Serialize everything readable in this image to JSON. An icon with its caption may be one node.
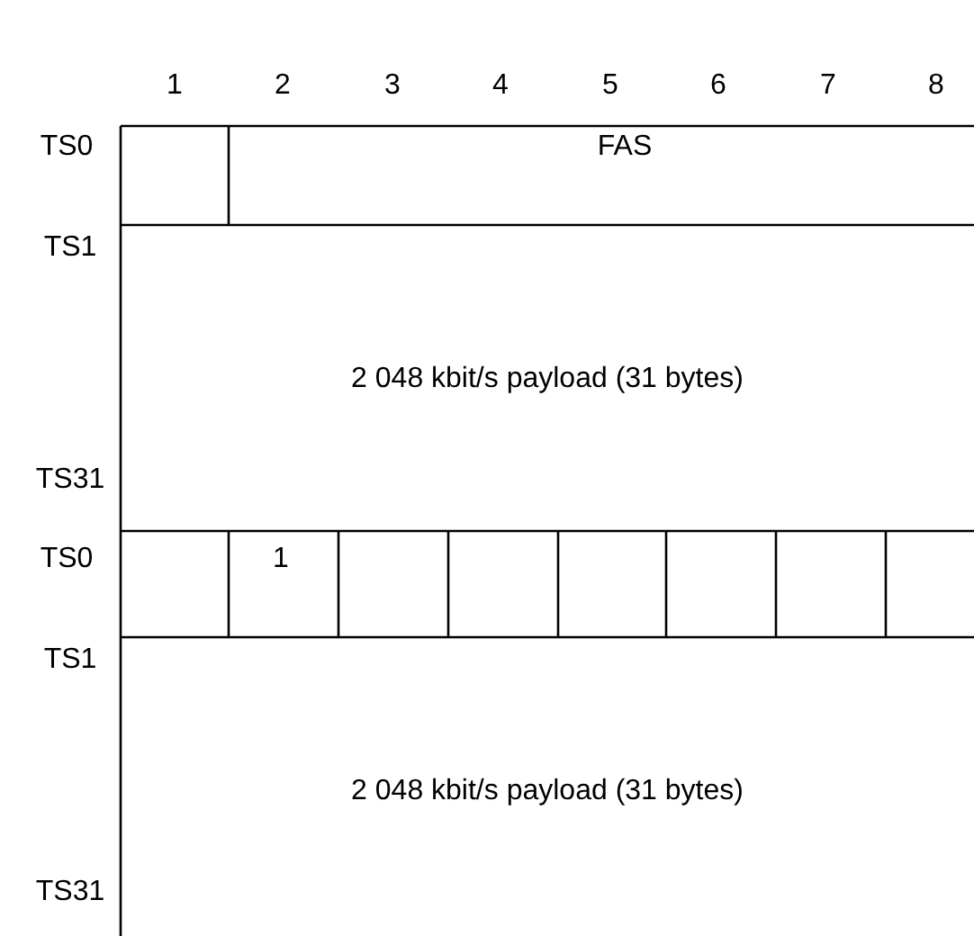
{
  "diagram": {
    "labels": [
      "1",
      "2",
      "3",
      "4",
      "5",
      "6",
      "7",
      "8",
      "TS0",
      "FAS",
      "TS1",
      "2 048 kbit/s payload (31 bytes)",
      "TS31",
      "TS0",
      "1",
      "TS1",
      "2 048 kbit/s payload (31 bytes)",
      "TS31"
    ]
  }
}
